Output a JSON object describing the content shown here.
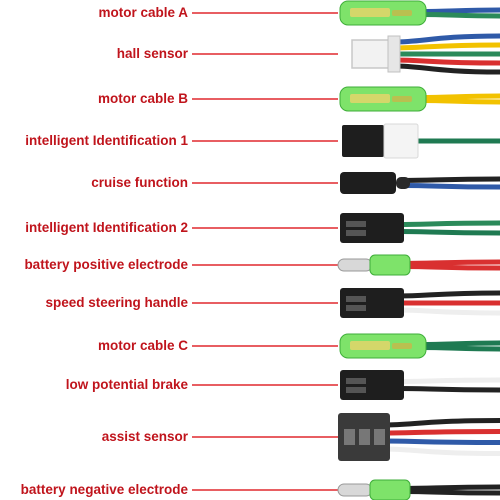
{
  "style": {
    "label_color": "#c0141c",
    "leader_color": "#e0282f",
    "green_sleeve": "#7ee36a",
    "black_housing": "#1e1e1e",
    "white_housing": "#f2f2f2"
  },
  "rows": [
    {
      "label": "motor cable A",
      "connector": "green-sleeve-icon",
      "wires": [
        "#2f5aa8",
        "#2b8a5a"
      ]
    },
    {
      "label": "hall sensor",
      "connector": "white-plug-icon",
      "wires": [
        "#2f5aa8",
        "#f2c200",
        "#2b8a5a",
        "#d93030",
        "#222222"
      ]
    },
    {
      "label": "motor cable B",
      "connector": "green-sleeve-icon",
      "wires": [
        "#f2c200",
        "#f2c200"
      ]
    },
    {
      "label": "intelligent Identification 1",
      "connector": "black-plug-icon",
      "wires": [
        "#1f7a52"
      ]
    },
    {
      "label": "cruise function",
      "connector": "black-bullet-icon",
      "wires": [
        "#222222",
        "#2f5aa8"
      ]
    },
    {
      "label": "intelligent Identification 2",
      "connector": "black-housing-icon",
      "wires": [
        "#2b8a5a",
        "#1f7a52"
      ]
    },
    {
      "label": "battery positive electrode",
      "connector": "bullet-pin-icon",
      "wires": [
        "#d93030",
        "#d93030"
      ]
    },
    {
      "label": "speed steering handle",
      "connector": "black-housing-icon",
      "wires": [
        "#222222",
        "#d93030",
        "#eeeeee"
      ]
    },
    {
      "label": "motor cable C",
      "connector": "green-sleeve-icon",
      "wires": [
        "#1f7a52",
        "#1f7a52"
      ]
    },
    {
      "label": "low potential brake",
      "connector": "black-housing-icon",
      "wires": [
        "#eeeeee",
        "#222222"
      ]
    },
    {
      "label": "assist sensor",
      "connector": "gray-housing-icon",
      "wires": [
        "#222222",
        "#d93030",
        "#2f5aa8",
        "#eeeeee"
      ]
    },
    {
      "label": "battery negative electrode",
      "connector": "bullet-pin-icon",
      "wires": [
        "#222222",
        "#222222"
      ]
    }
  ]
}
